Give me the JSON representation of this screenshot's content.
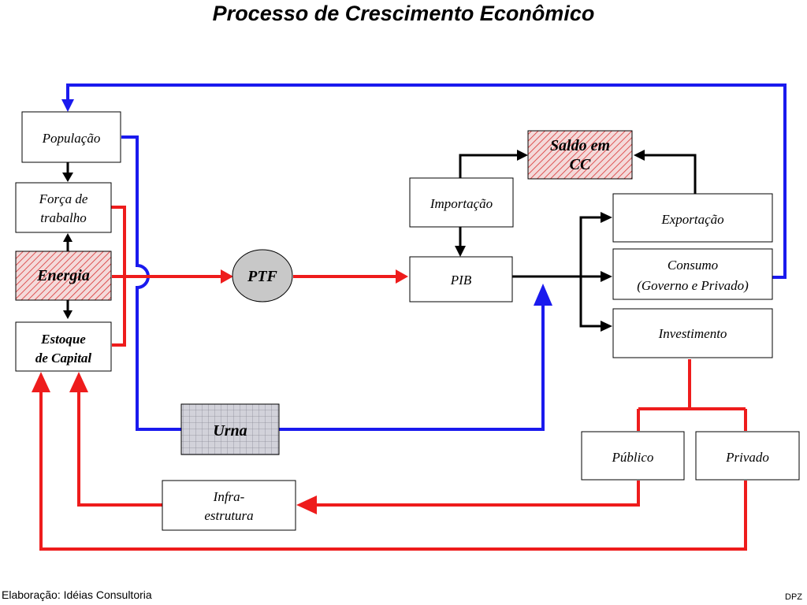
{
  "title": "Processo de Crescimento Econômico",
  "footer": {
    "credit": "Elaboração: Idéias Consultoria",
    "initials": "DPZ"
  },
  "nodes": {
    "populacao": [
      "População"
    ],
    "forca_trabalho": [
      "Força de",
      "trabalho"
    ],
    "energia": [
      "Energia"
    ],
    "estoque_capital": [
      "Estoque",
      "de Capital"
    ],
    "ptf": [
      "PTF"
    ],
    "urna": [
      "Urna"
    ],
    "importacao": [
      "Importação"
    ],
    "saldo_cc": [
      "Saldo em",
      "CC"
    ],
    "pib": [
      "PIB"
    ],
    "exportacao": [
      "Exportação"
    ],
    "consumo": [
      "Consumo",
      "(Governo e Privado)"
    ],
    "investimento": [
      "Investimento"
    ],
    "publico": [
      "Público"
    ],
    "privado": [
      "Privado"
    ],
    "infraestrutura": [
      "Infra-",
      "estrutura"
    ]
  },
  "colors": {
    "blue": "#1a1aee",
    "red": "#ee1c1c",
    "black": "#000000",
    "hatch_red": "#e03030",
    "grid_gray": "#c8c8d4",
    "ptf_fill": "#c8c8c8"
  }
}
